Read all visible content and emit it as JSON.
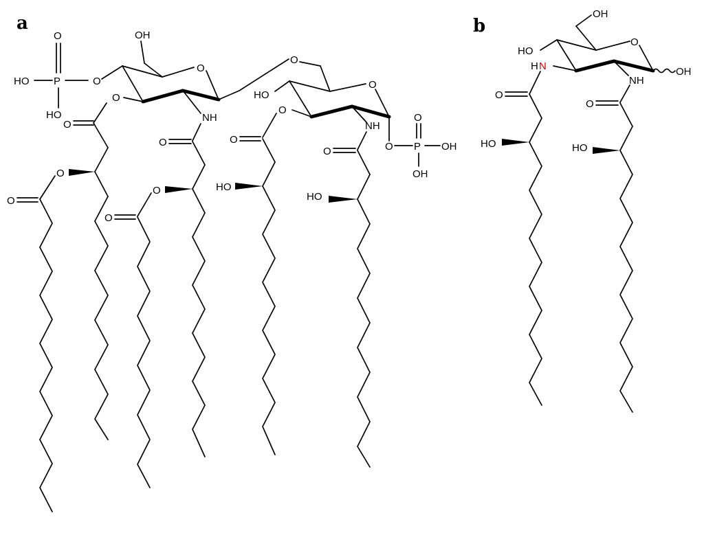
{
  "panels": {
    "a": {
      "label": "a"
    },
    "b": {
      "label": "b"
    }
  },
  "atoms": {
    "ho": "HO",
    "oh": "OH",
    "o": "O",
    "p": "P",
    "nh": "NH",
    "n": "N",
    "h": "H"
  },
  "colors": {
    "bond": "#000000",
    "highlight_nitrogen": "#d40000"
  }
}
